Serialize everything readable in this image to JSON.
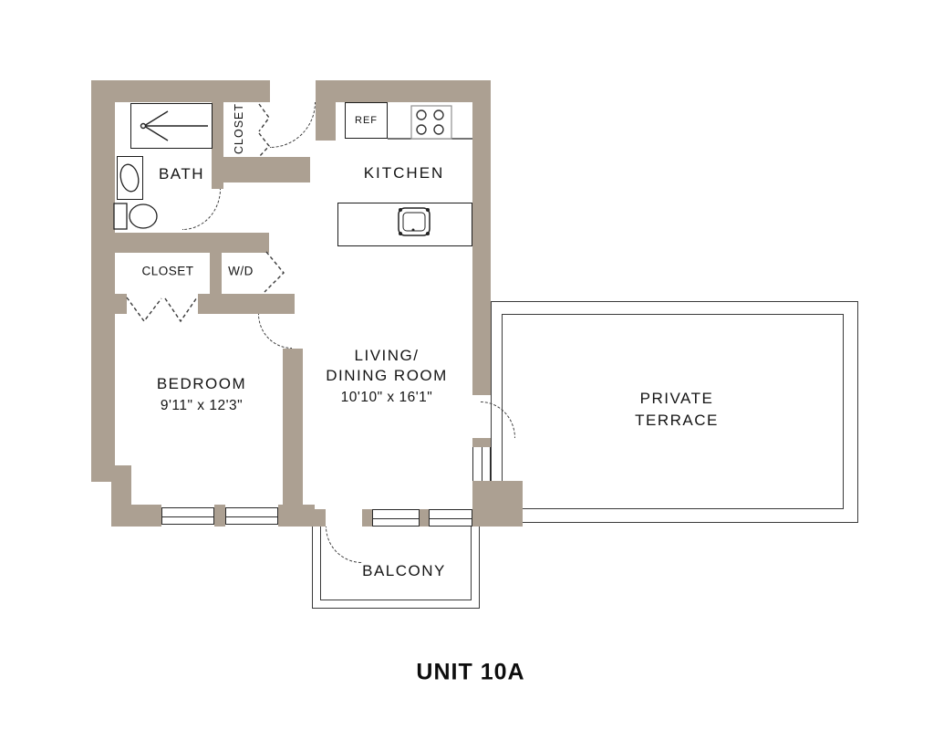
{
  "title": "UNIT 10A",
  "colors": {
    "wall": "#aca092",
    "line": "#222222"
  },
  "rooms": {
    "bath": {
      "label": "BATH"
    },
    "entry_closet": {
      "label": "CLOSET"
    },
    "kitchen": {
      "label": "KITCHEN",
      "fridge": "REF"
    },
    "bedroom_closet": {
      "label": "CLOSET"
    },
    "laundry": {
      "label": "W/D"
    },
    "bedroom": {
      "label": "BEDROOM",
      "dimensions": "9'11\" x 12'3\""
    },
    "living_dining": {
      "label_line1": "LIVING/",
      "label_line2": "DINING ROOM",
      "dimensions": "10'10\" x 16'1\""
    },
    "terrace": {
      "label_line1": "PRIVATE",
      "label_line2": "TERRACE"
    },
    "balcony": {
      "label": "BALCONY"
    }
  }
}
